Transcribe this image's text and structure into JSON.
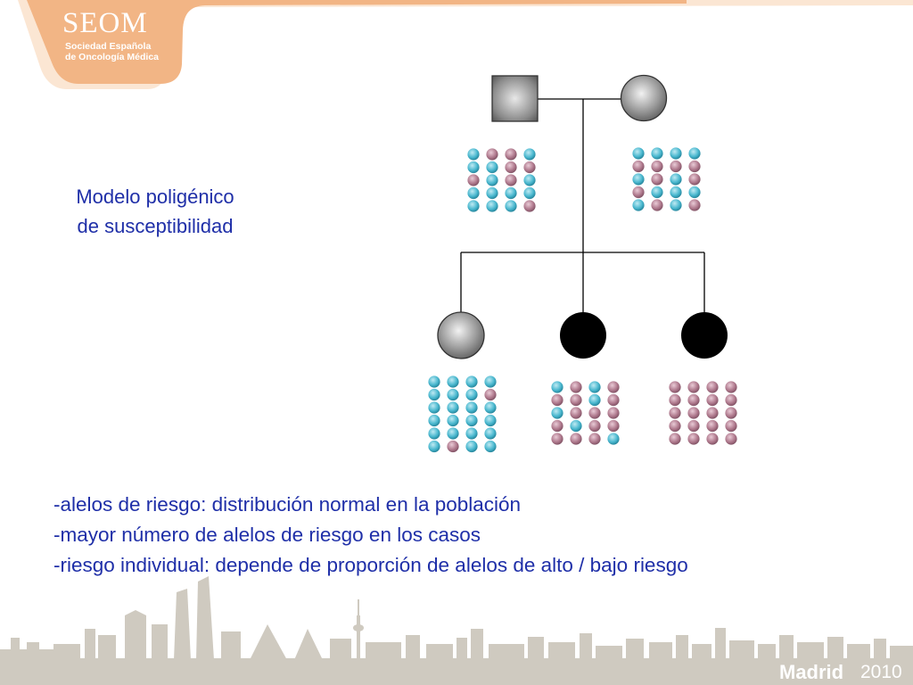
{
  "header": {
    "logo_title": "SEOM",
    "logo_subtitle_1": "Sociedad Española",
    "logo_subtitle_2": "de Oncología Médica"
  },
  "slide": {
    "title_line_1": "Modelo poligénico",
    "title_line_2": "de susceptibilidad",
    "bullets": [
      "-alelos de riesgo: distribución normal en la población",
      "-mayor número de alelos de riesgo en los casos",
      "-riesgo individual: depende de proporción de alelos de alto / bajo riesgo"
    ]
  },
  "footer": {
    "city": "Madrid",
    "year": "2010"
  },
  "colors": {
    "title_text": "#1f2fa8",
    "header_orange": "#f2b585",
    "header_cream": "#fbe6d3",
    "allele_low_risk": "#4ab8cf",
    "allele_high_risk": "#b07a8e",
    "affected": "#000000",
    "unaffected": "#8c8c8c",
    "skyline": "#c9c4b9"
  },
  "pedigree": {
    "individuals": [
      {
        "id": "father",
        "shape": "square",
        "status": "unaffected"
      },
      {
        "id": "mother",
        "shape": "circle",
        "status": "unaffected"
      },
      {
        "id": "child-1",
        "shape": "circle",
        "status": "unaffected"
      },
      {
        "id": "child-2",
        "shape": "circle",
        "status": "affected"
      },
      {
        "id": "child-3",
        "shape": "circle",
        "status": "affected"
      }
    ],
    "allele_grids": [
      {
        "owner": "father",
        "rows": [
          "LHHL",
          "LLHH",
          "HLHL",
          "LLLL",
          "LLLH"
        ]
      },
      {
        "owner": "mother",
        "rows": [
          "LLLL",
          "HHHH",
          "LHLH",
          "HLLL",
          "LHLH"
        ]
      },
      {
        "owner": "child-1",
        "rows": [
          "LLLL",
          "LLLH",
          "LLLL",
          "LLLL",
          "LLLL",
          "LHLL"
        ]
      },
      {
        "owner": "child-2",
        "rows": [
          "LHLH",
          "HHLH",
          "LHHH",
          "HLHH",
          "HHHL"
        ]
      },
      {
        "owner": "child-3",
        "rows": [
          "HHHH",
          "HHHH",
          "HHHH",
          "HHHH",
          "HHHH"
        ]
      }
    ]
  }
}
